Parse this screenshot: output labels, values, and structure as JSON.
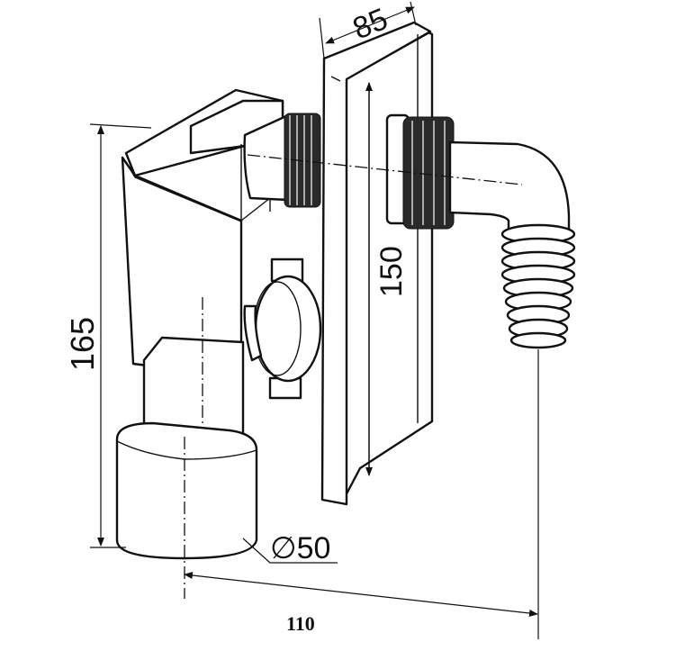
{
  "dimensions": {
    "width_top": "85",
    "plate_height": "150",
    "overall_height": "165",
    "outlet_diameter": "∅50",
    "overall_width": "110"
  },
  "colors": {
    "line": "#111111",
    "background": "#ffffff"
  }
}
